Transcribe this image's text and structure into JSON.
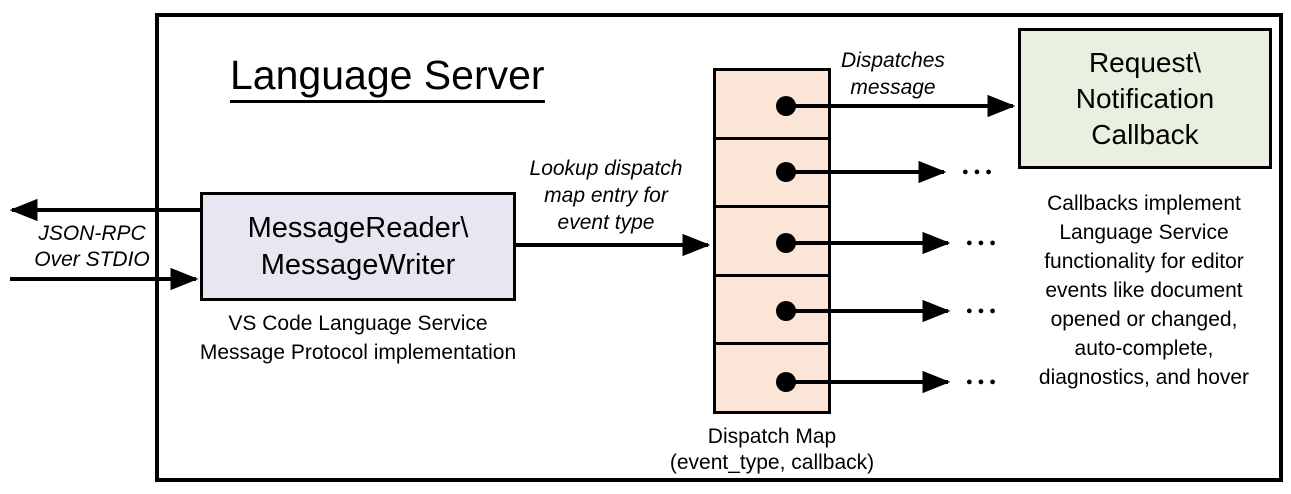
{
  "diagram": {
    "title": "Language Server",
    "io_label": "JSON-RPC\nOver STDIO",
    "message_box": {
      "line1": "MessageReader\\",
      "line2": "MessageWriter",
      "caption": "VS Code Language Service\nMessage Protocol implementation"
    },
    "lookup_label": "Lookup dispatch\nmap entry for\nevent type",
    "dispatches_label": "Dispatches\nmessage",
    "dispatch_map": {
      "rows": 5,
      "caption": "Dispatch Map\n(event_type, callback)",
      "ellipsis": "●●●"
    },
    "callback_box": {
      "line1": "Request\\",
      "line2": "Notification",
      "line3": "Callback",
      "caption": "Callbacks implement\nLanguage Service\nfunctionality for editor\nevents like document\nopened or changed,\nauto-complete,\ndiagnostics, and hover"
    },
    "colors": {
      "message_box_fill": "#E8E6F0",
      "dispatch_map_fill": "#FBE5D6",
      "callback_box_fill": "#E9F0DF",
      "stroke": "#000000",
      "background": "#FFFFFF"
    }
  }
}
